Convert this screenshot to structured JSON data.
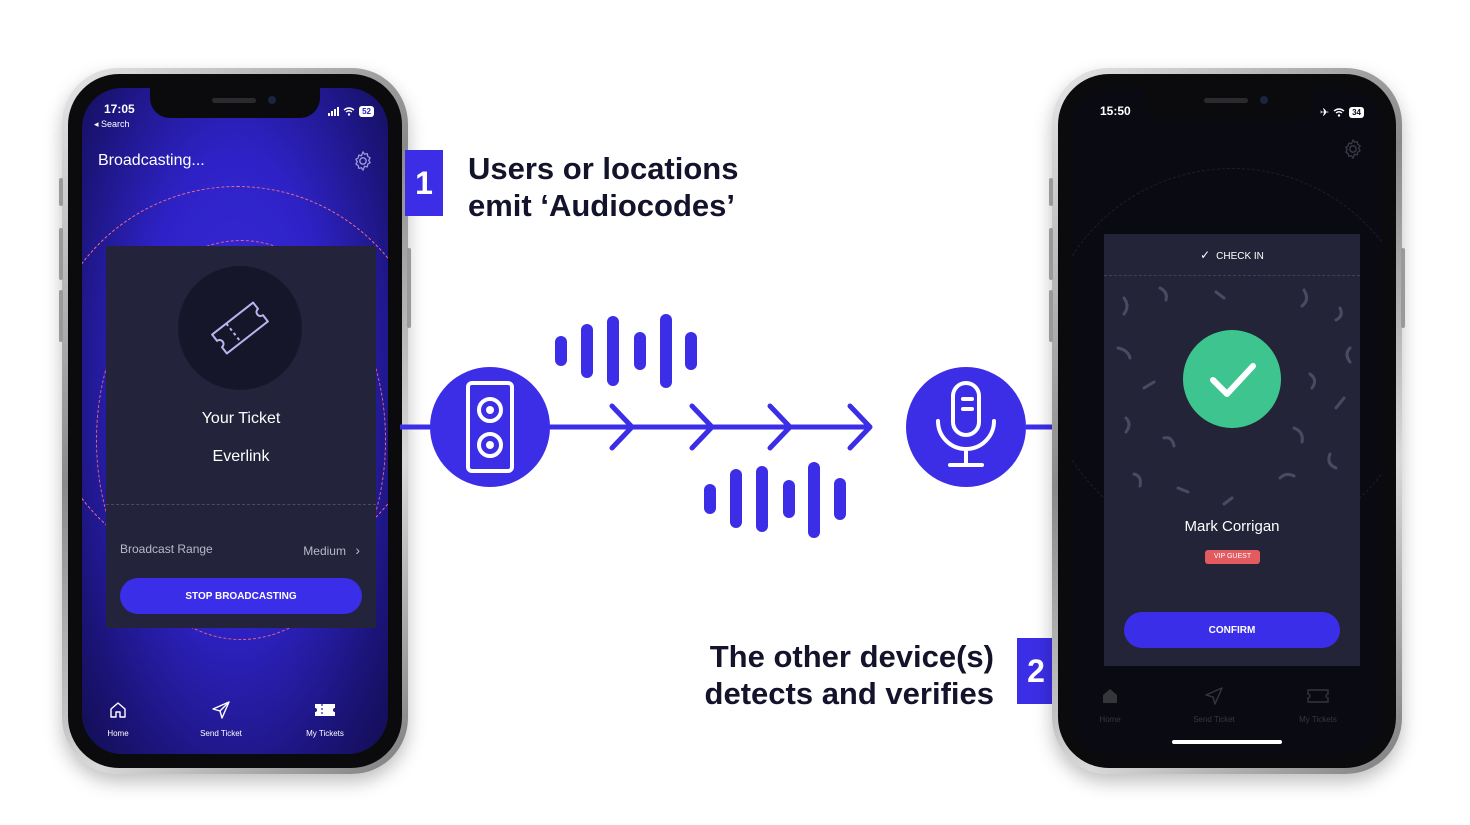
{
  "steps": [
    {
      "number": "1",
      "text_line1": "Users or locations",
      "text_line2": "emit ‘Audiocodes’"
    },
    {
      "number": "2",
      "text_line1": "The other device(s)",
      "text_line2": "detects and verifies"
    }
  ],
  "left_phone": {
    "status": {
      "time": "17:05",
      "back_label": "◂ Search",
      "battery": "52"
    },
    "header": {
      "title": "Broadcasting...",
      "settings_icon": "gear-icon"
    },
    "ticket": {
      "title": "Your Ticket",
      "subtitle": "Everlink",
      "icon": "ticket-icon"
    },
    "broadcast_range": {
      "label": "Broadcast Range",
      "value": "Medium",
      "chevron": "›"
    },
    "stop_button": "STOP BROADCASTING",
    "tabbar": [
      {
        "label": "Home",
        "icon": "home-icon"
      },
      {
        "label": "Send Ticket",
        "icon": "send-icon"
      },
      {
        "label": "My Tickets",
        "icon": "tickets-icon"
      }
    ]
  },
  "right_phone": {
    "status": {
      "time": "15:50",
      "battery": "34"
    },
    "card": {
      "header": "CHECK IN",
      "guest_name": "Mark Corrigan",
      "badge": "VIP GUEST",
      "confirm_button": "CONFIRM"
    },
    "tabbar": [
      {
        "label": "Home",
        "icon": "home-icon"
      },
      {
        "label": "Send Ticket",
        "icon": "send-icon"
      },
      {
        "label": "My Tickets",
        "icon": "tickets-icon"
      }
    ]
  },
  "colors": {
    "accent": "#3b2ee6",
    "success": "#3ec48e",
    "badge": "#e35a5f",
    "heading": "#13132b"
  }
}
